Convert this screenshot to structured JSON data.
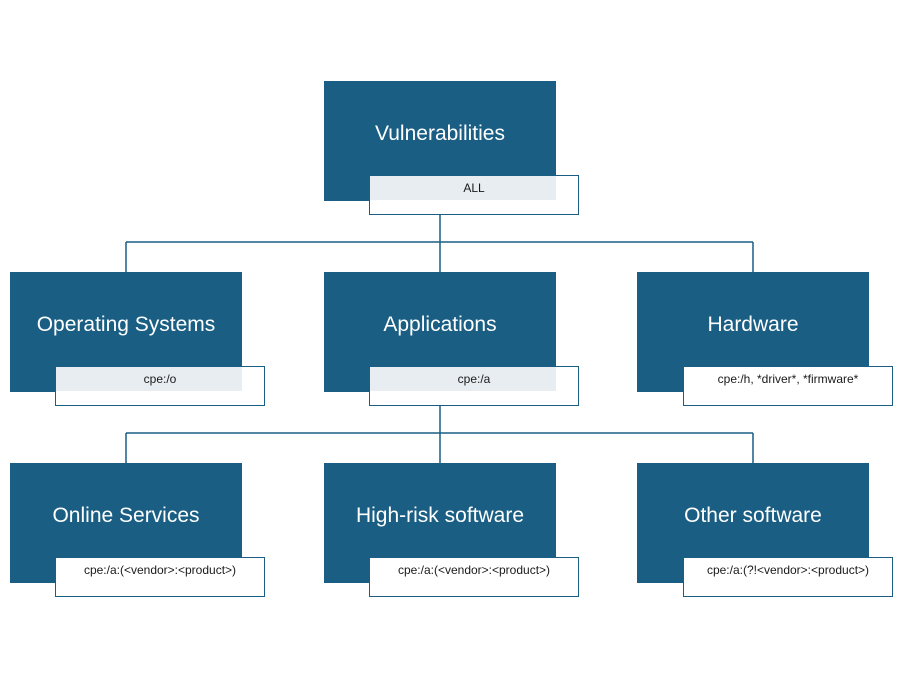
{
  "colors": {
    "node_fill": "#1a5e84",
    "tag_fill": "#e7edf1",
    "line": "#1a5e84"
  },
  "nodes": {
    "root": {
      "label": "Vulnerabilities",
      "tag": "ALL"
    },
    "operating_systems": {
      "label": "Operating Systems",
      "tag": "cpe:/o"
    },
    "applications": {
      "label": "Applications",
      "tag": "cpe:/a"
    },
    "hardware": {
      "label": "Hardware",
      "tag": "cpe:/h, *driver*, *firmware*"
    },
    "online_services": {
      "label": "Online Services",
      "tag": "cpe:/a:(<vendor>:<product>)"
    },
    "high_risk_software": {
      "label": "High-risk software",
      "tag": "cpe:/a:(<vendor>:<product>)"
    },
    "other_software": {
      "label": "Other software",
      "tag": "cpe:/a:(?!<vendor>:<product>)"
    }
  },
  "edges": [
    {
      "from": "root",
      "to": "operating_systems"
    },
    {
      "from": "root",
      "to": "applications"
    },
    {
      "from": "root",
      "to": "hardware"
    },
    {
      "from": "applications",
      "to": "online_services"
    },
    {
      "from": "applications",
      "to": "high_risk_software"
    },
    {
      "from": "applications",
      "to": "other_software"
    }
  ]
}
